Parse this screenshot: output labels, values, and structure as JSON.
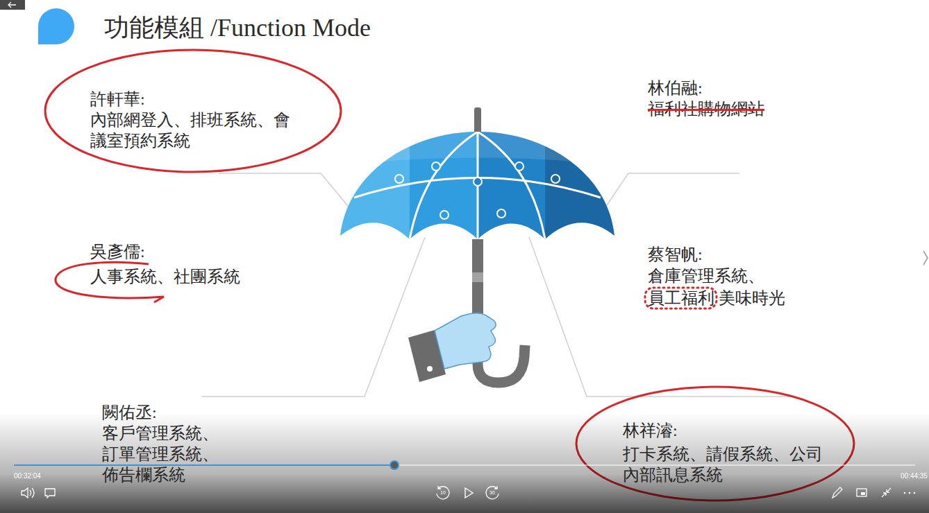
{
  "diagram": {
    "title": "功能模組 /Function Mode",
    "labels": [
      "許軒華:",
      "內部網登入、排班系統、會 議室預約系統",
      "林伯融:",
      "福利社購物網站",
      "吳彥儒:",
      "人事系統、社團系統",
      "蔡智帆:",
      "倉庫管理系統、 員工福利 美味時光",
      "闕佑丞:",
      "客戶管理系統、 訂單管理系統、 佈告欄系統",
      "林祥濬:",
      "打卡系統、請假系統、公司 內部訊息系統",
      "00:32:04",
      "10",
      "30",
      "00:44:35"
    ]
  }
}
